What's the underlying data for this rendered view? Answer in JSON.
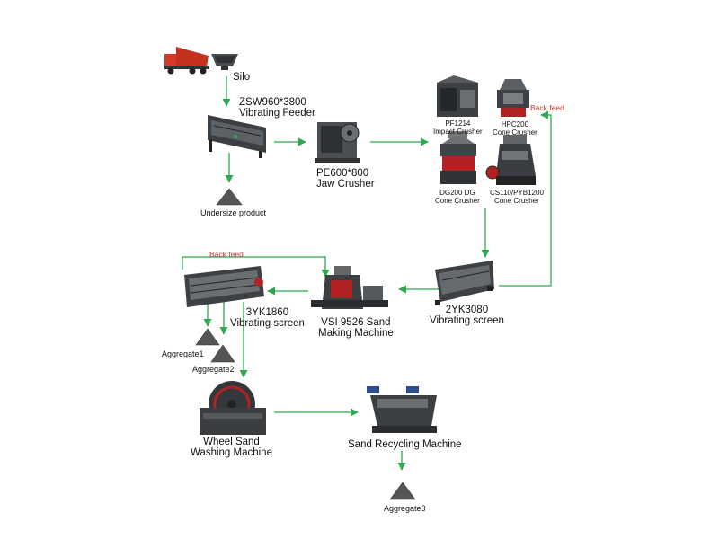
{
  "colors": {
    "flow_arrow": "#2fa84f",
    "back_feed": "#c0392b",
    "machine_dark": "#3a3a3a",
    "machine_mid": "#6b6b6b",
    "accent_red": "#b22222",
    "accent_blue": "#2d4f8c"
  },
  "nodes": {
    "silo": {
      "label": "Silo",
      "icon": "dump-truck-and-hopper"
    },
    "vibrating_feeder": {
      "line1": "ZSW960*3800",
      "line2": "Vibrating Feeder",
      "icon": "vibrating-feeder"
    },
    "undersize": {
      "label": "Undersize product",
      "icon": "gravel-pile"
    },
    "jaw_crusher": {
      "line1": "PE600*800",
      "line2": "Jaw Crusher",
      "icon": "jaw-crusher"
    },
    "impact_crusher": {
      "line1": "PF1214",
      "line2": "Impact Crusher",
      "icon": "impact-crusher"
    },
    "hpc_cone": {
      "line1": "HPC200",
      "line2": "Cone Crusher",
      "icon": "cone-crusher"
    },
    "dg_cone": {
      "line1": "DG200 DG",
      "line2": "Cone Crusher",
      "icon": "cone-crusher"
    },
    "cs_cone": {
      "line1": "CS110/PYB1200",
      "line2": "Cone Crusher",
      "icon": "cone-crusher"
    },
    "screen_2yk": {
      "line1": "2YK3080",
      "line2": "Vibrating screen",
      "icon": "vibrating-screen"
    },
    "vsi": {
      "line1": "VSI 9526 Sand",
      "line2": "Making Machine",
      "icon": "sand-making-machine"
    },
    "screen_3yk": {
      "line1": "3YK1860",
      "line2": "Vibrating screen",
      "icon": "vibrating-screen"
    },
    "aggregate1": {
      "label": "Aggregate1",
      "icon": "gravel-pile"
    },
    "aggregate2": {
      "label": "Aggregate2",
      "icon": "gravel-pile"
    },
    "wheel_washer": {
      "line1": "Wheel Sand",
      "line2": "Washing Machine",
      "icon": "wheel-sand-washer"
    },
    "sand_recycling": {
      "label": "Sand Recycling Machine",
      "icon": "sand-recycling-machine"
    },
    "aggregate3": {
      "label": "Aggregate3",
      "icon": "gravel-pile"
    }
  },
  "back_feed": {
    "upper": "Back feed",
    "lower": "Back feed"
  }
}
